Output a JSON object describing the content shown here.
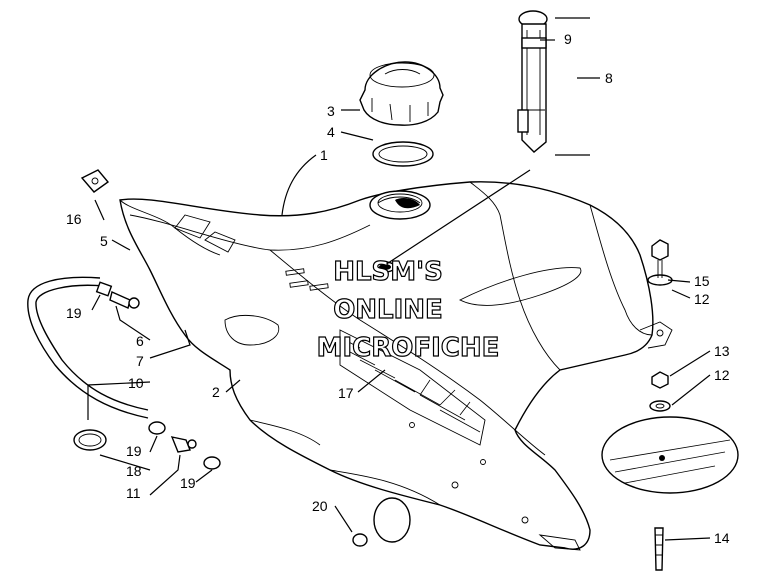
{
  "watermark": {
    "line1": "HLSM'S",
    "line2": "ONLINE",
    "line3": "MICROFICHE"
  },
  "callouts": [
    {
      "id": "c1",
      "label": "1"
    },
    {
      "id": "c2",
      "label": "2"
    },
    {
      "id": "c3",
      "label": "3"
    },
    {
      "id": "c4",
      "label": "4"
    },
    {
      "id": "c5",
      "label": "5"
    },
    {
      "id": "c6",
      "label": "6"
    },
    {
      "id": "c7",
      "label": "7"
    },
    {
      "id": "c8",
      "label": "8"
    },
    {
      "id": "c9",
      "label": "9"
    },
    {
      "id": "c10",
      "label": "10"
    },
    {
      "id": "c11",
      "label": "11"
    },
    {
      "id": "c12a",
      "label": "12"
    },
    {
      "id": "c12b",
      "label": "12"
    },
    {
      "id": "c13",
      "label": "13"
    },
    {
      "id": "c14",
      "label": "14"
    },
    {
      "id": "c15",
      "label": "15"
    },
    {
      "id": "c16",
      "label": "16"
    },
    {
      "id": "c17",
      "label": "17"
    },
    {
      "id": "c18",
      "label": "18"
    },
    {
      "id": "c19a",
      "label": "19"
    },
    {
      "id": "c19b",
      "label": "19"
    },
    {
      "id": "c19c",
      "label": "19"
    },
    {
      "id": "c20",
      "label": "20"
    }
  ]
}
